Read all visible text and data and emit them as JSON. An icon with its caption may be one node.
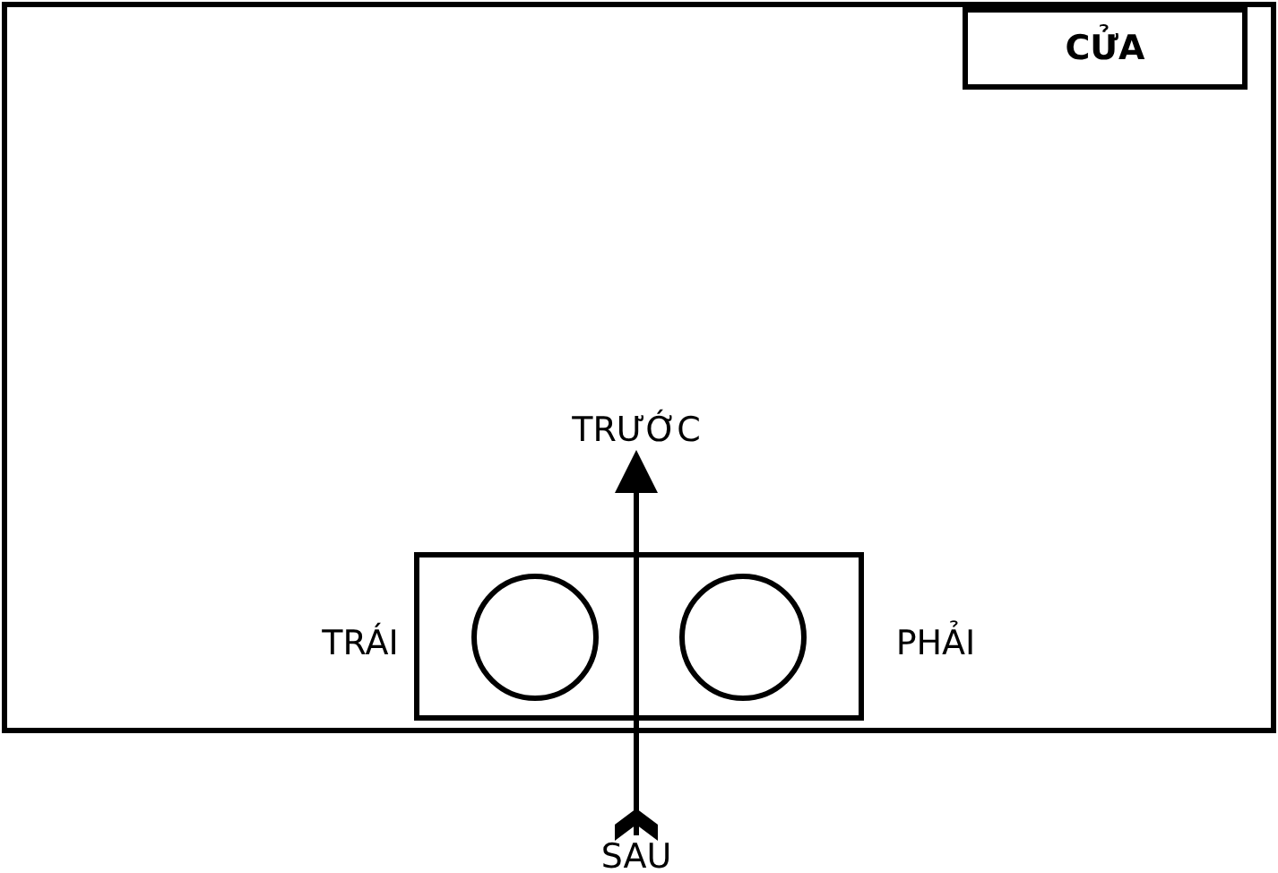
{
  "diagram": {
    "nodes": [
      {
        "text": [],
        "shape": "box"
      },
      {
        "text": [
          "CỬA"
        ],
        "in": 0
      },
      {
        "text": [],
        "shape": "box",
        "in": 0
      },
      {
        "text": [],
        "shape": "circle",
        "in": 2
      },
      {
        "text": [],
        "shape": "circle",
        "in": 2
      },
      {
        "text": [
          "TRƯỚC"
        ],
        "in": 0
      },
      {
        "text": [
          "SAU"
        ]
      }
    ],
    "edges": [
      {
        "from": 6,
        "to": 5,
        "arrow": "to"
      }
    ],
    "labels": [
      "TRÁI",
      "PHẢI"
    ]
  }
}
